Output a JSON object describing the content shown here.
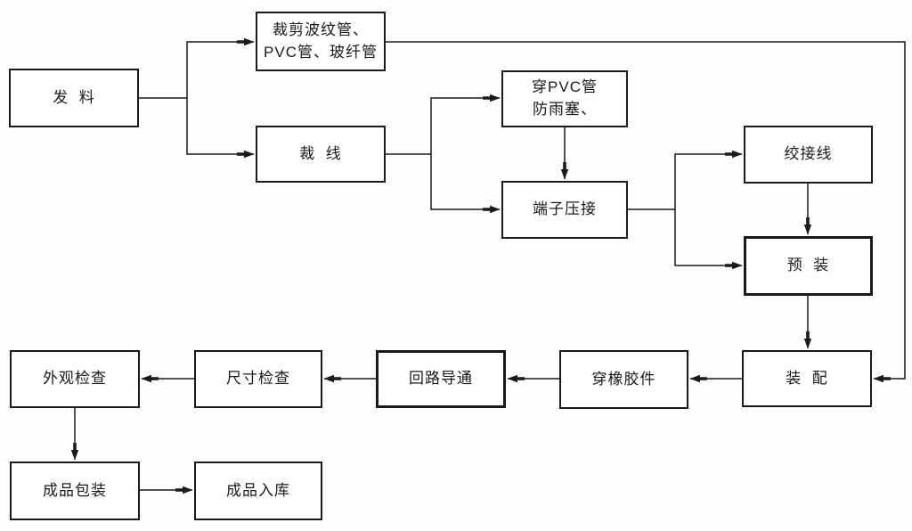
{
  "diagram": {
    "type": "flowchart",
    "ink_color": "#1a1a1a",
    "background_color": "#fdfdfd",
    "nodes": [
      {
        "id": "fa-liao",
        "label": "发  料"
      },
      {
        "id": "cut-tubes",
        "label": "裁剪波纹管、\nPVC管、玻纤管"
      },
      {
        "id": "cut-wire",
        "label": "裁  线"
      },
      {
        "id": "pvc-rain-plug",
        "label": "穿PVC管\n防雨塞、"
      },
      {
        "id": "terminal-crimp",
        "label": "端子压接"
      },
      {
        "id": "twist-wire",
        "label": "绞接线"
      },
      {
        "id": "pre-assembly",
        "label": "预  装"
      },
      {
        "id": "assembly",
        "label": "装  配"
      },
      {
        "id": "rubber-parts",
        "label": "穿橡胶件"
      },
      {
        "id": "circuit-continuity",
        "label": "回路导通"
      },
      {
        "id": "size-inspection",
        "label": "尺寸检查"
      },
      {
        "id": "visual-inspection",
        "label": "外观检查"
      },
      {
        "id": "product-packing",
        "label": "成品包装"
      },
      {
        "id": "product-warehousing",
        "label": "成品入库"
      }
    ],
    "edges": [
      {
        "from": "fa-liao",
        "to": "cut-tubes"
      },
      {
        "from": "fa-liao",
        "to": "cut-wire"
      },
      {
        "from": "cut-wire",
        "to": "pvc-rain-plug"
      },
      {
        "from": "cut-wire",
        "to": "terminal-crimp"
      },
      {
        "from": "pvc-rain-plug",
        "to": "terminal-crimp"
      },
      {
        "from": "terminal-crimp",
        "to": "twist-wire"
      },
      {
        "from": "terminal-crimp",
        "to": "pre-assembly"
      },
      {
        "from": "twist-wire",
        "to": "pre-assembly"
      },
      {
        "from": "pre-assembly",
        "to": "assembly"
      },
      {
        "from": "cut-tubes",
        "to": "assembly"
      },
      {
        "from": "assembly",
        "to": "rubber-parts"
      },
      {
        "from": "rubber-parts",
        "to": "circuit-continuity"
      },
      {
        "from": "circuit-continuity",
        "to": "size-inspection"
      },
      {
        "from": "size-inspection",
        "to": "visual-inspection"
      },
      {
        "from": "visual-inspection",
        "to": "product-packing"
      },
      {
        "from": "product-packing",
        "to": "product-warehousing"
      }
    ]
  }
}
